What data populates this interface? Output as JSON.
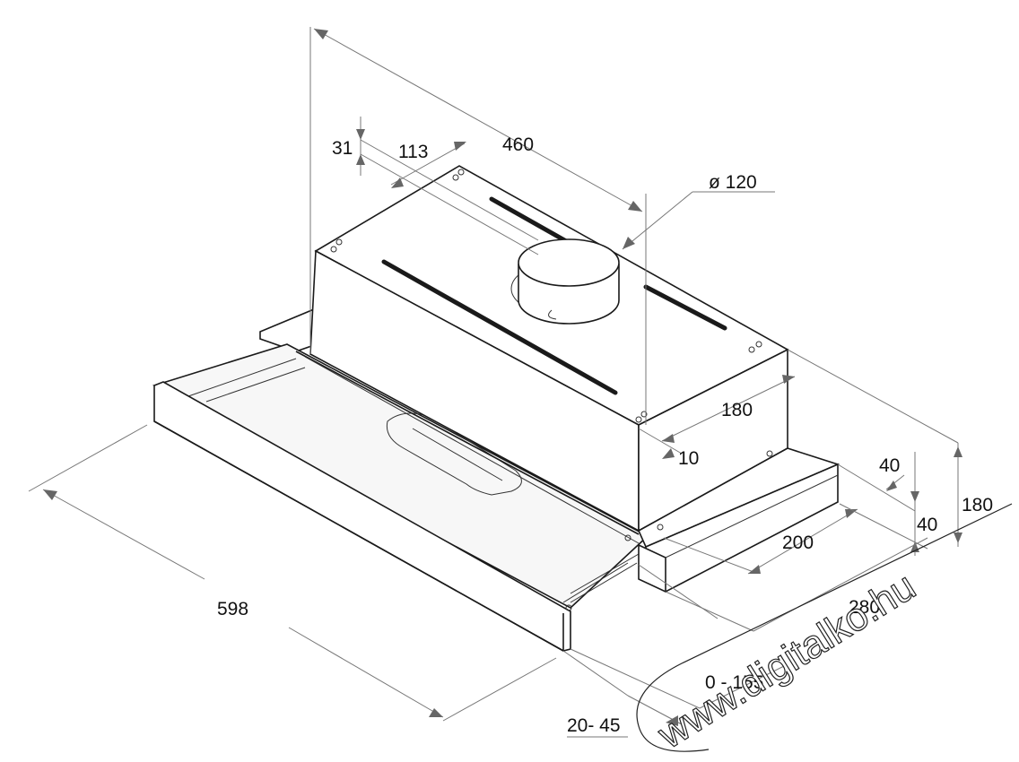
{
  "dimensions": {
    "depth_total": "460",
    "top_offset_113": "113",
    "top_offset_31": "31",
    "duct_diameter": "ø 120",
    "depth_180": "180",
    "offset_10": "10",
    "height_40_upper": "40",
    "height_40_lower": "40",
    "height_180": "180",
    "width_200": "200",
    "width_280": "280",
    "width_598": "598",
    "extension_range": "0 - 155",
    "front_range": "20- 45"
  },
  "watermark": {
    "text": "www.digitalko.hu"
  }
}
